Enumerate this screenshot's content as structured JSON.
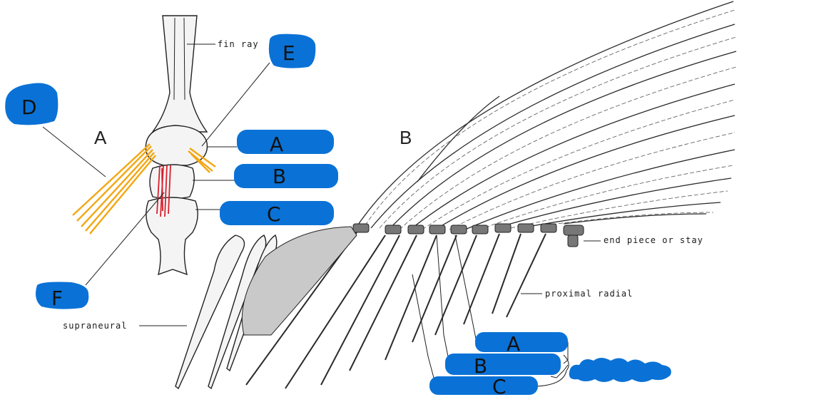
{
  "panels": {
    "left": "A",
    "right": "B"
  },
  "labels": {
    "fin_ray": "fin ray",
    "supraneural": "supraneural",
    "end_piece": "end piece or stay",
    "proximal_radial": "proximal radial"
  },
  "tags_left": {
    "a": "A",
    "b": "B",
    "c": "C",
    "d": "D",
    "e": "E",
    "f": "F"
  },
  "tags_right": {
    "a": "A",
    "b": "B",
    "c": "C"
  },
  "colors": {
    "tag_blue": "#0a72d6",
    "muscle_orange": "#f2a713",
    "muscle_red": "#d9202e"
  }
}
